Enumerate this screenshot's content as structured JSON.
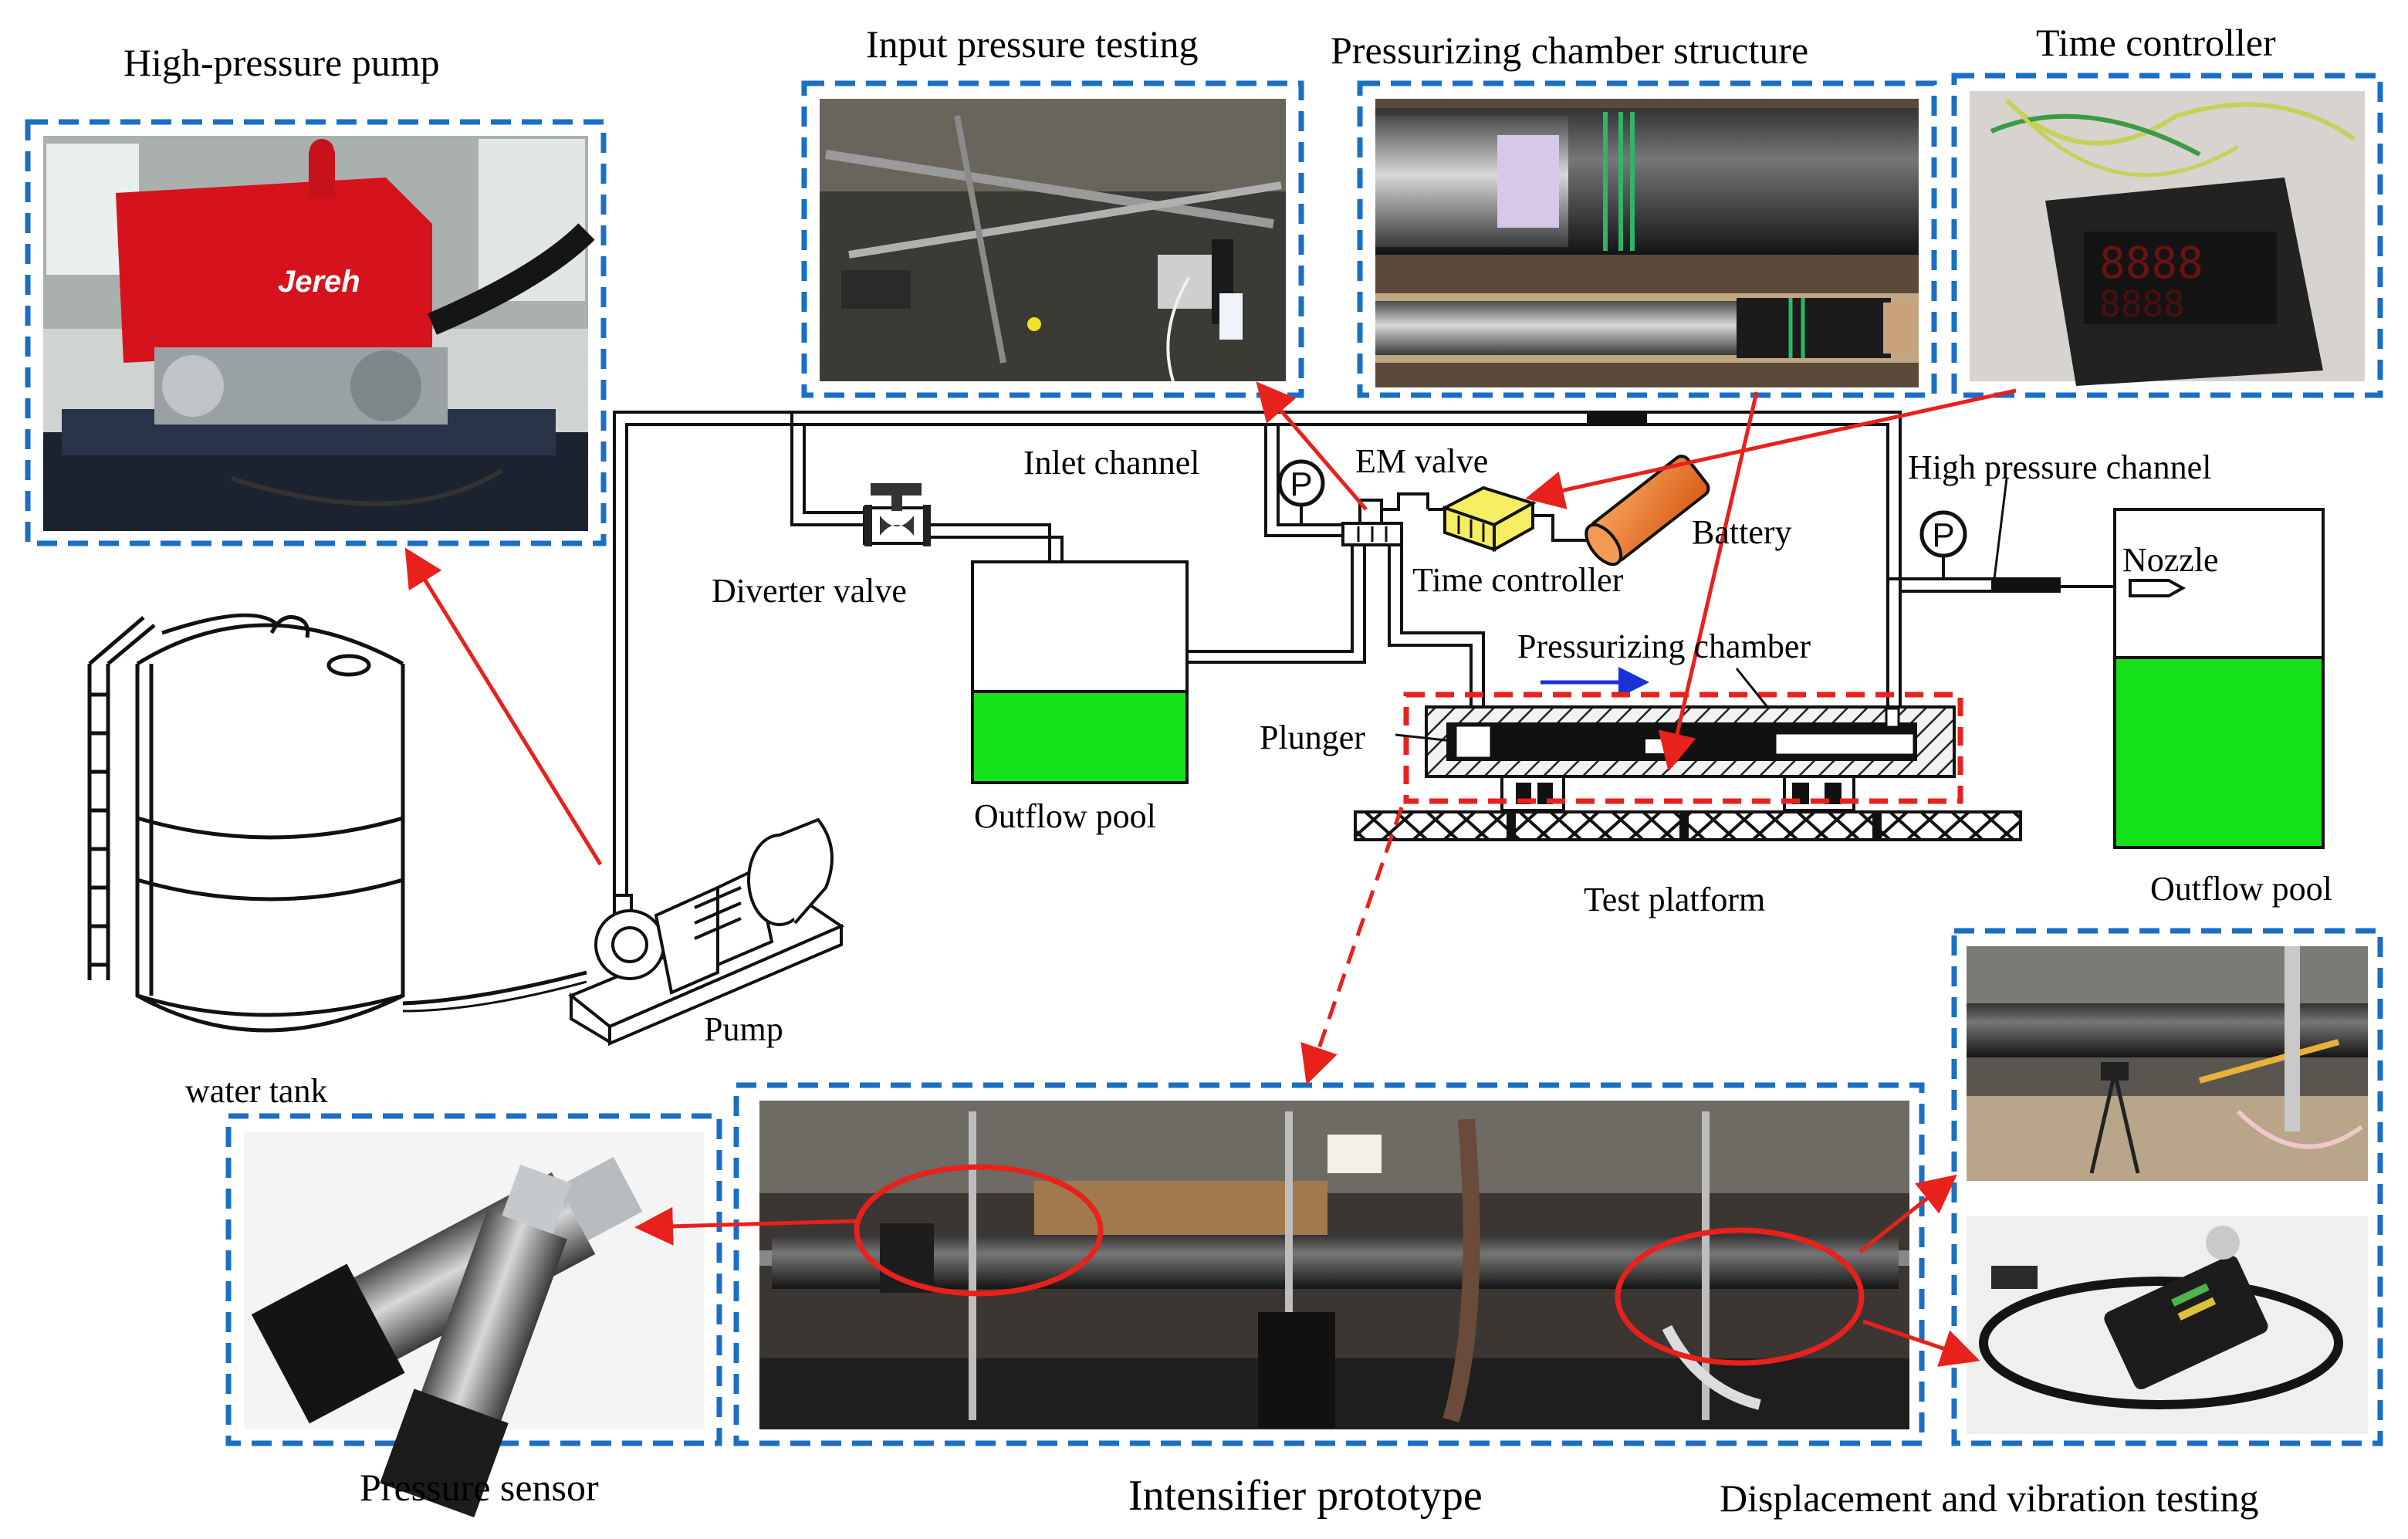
{
  "panels": {
    "high_pressure_pump": "High-pressure pump",
    "input_pressure_testing": "Input pressure testing",
    "pressurizing_chamber_structure": "Pressurizing chamber structure",
    "time_controller_photo": "Time controller",
    "pressure_sensor": "Pressure sensor",
    "intensifier_prototype": "Intensifier prototype",
    "displacement_vibration": "Displacement and vibration testing"
  },
  "schematic": {
    "inlet_channel": "Inlet channel",
    "em_valve": "EM valve",
    "battery": "Battery",
    "time_controller": "Time controller",
    "diverter_valve": "Diverter valve",
    "high_pressure_channel": "High pressure channel",
    "nozzle": "Nozzle",
    "pressurizing_chamber": "Pressurizing chamber",
    "plunger": "Plunger",
    "outflow_pool_left": "Outflow pool",
    "outflow_pool_right": "Outflow pool",
    "test_platform": "Test platform",
    "pump": "Pump",
    "water_tank": "water tank",
    "gauge_symbol": "P"
  },
  "photo_text": {
    "pump_brand": "Jereh"
  },
  "colors": {
    "frame_blue": "#1a6fc4",
    "arrow_red": "#e8211c",
    "water_green": "#16e21a",
    "battery_orange": "#f07a2e",
    "controller_yellow": "#f6ee62",
    "flow_arrow_blue": "#1932d8",
    "chamber_black": "#111111"
  }
}
